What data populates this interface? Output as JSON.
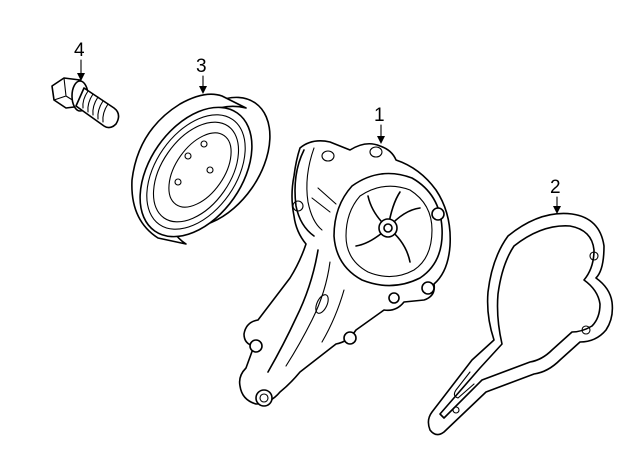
{
  "diagram": {
    "callouts": [
      {
        "id": "1",
        "label": "1",
        "part": "water-pump"
      },
      {
        "id": "2",
        "label": "2",
        "part": "gasket"
      },
      {
        "id": "3",
        "label": "3",
        "part": "pulley"
      },
      {
        "id": "4",
        "label": "4",
        "part": "bolt"
      }
    ],
    "colors": {
      "line": "#000000",
      "background": "#ffffff"
    }
  }
}
